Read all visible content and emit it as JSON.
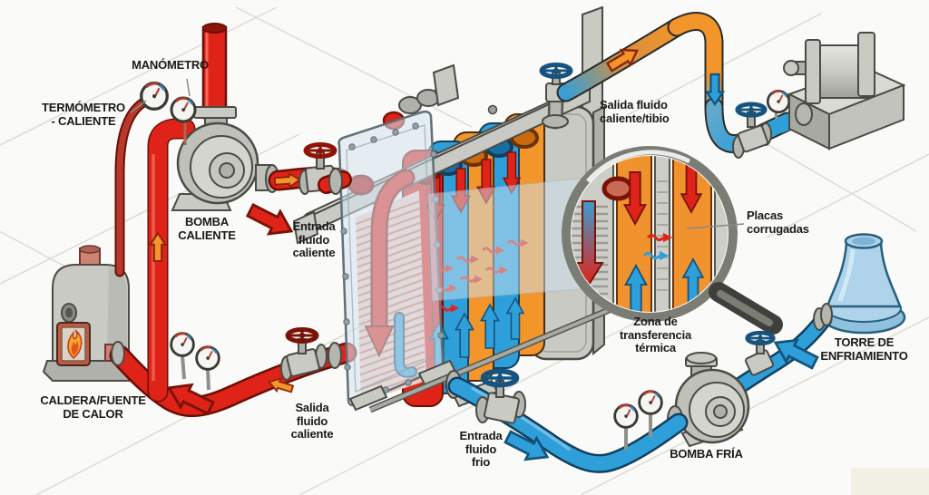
{
  "labels": {
    "manometro": "MANÓMETRO",
    "termometro": [
      "TERMÓMETRO",
      "- CALIENTE"
    ],
    "bomba_caliente": [
      "BOMBA",
      "CALIENTE"
    ],
    "entrada_fluido_caliente": [
      "Entrada",
      "fluido",
      "caliente"
    ],
    "salida_fluido_tibio": [
      "Salida fluido",
      "caliente/tibio"
    ],
    "placas_corrugadas": [
      "Placas",
      "corrugadas"
    ],
    "zona_transferencia": [
      "Zona de",
      "transferencia",
      "térmica"
    ],
    "torre_enfriamiento": [
      "TORRE DE",
      "ENFRIAMIENTO"
    ],
    "caldera": [
      "CALDERA/FUENTE",
      "DE CALOR"
    ],
    "salida_fluido_caliente": [
      "Salida",
      "fluido",
      "caliente"
    ],
    "entrada_fluido_frio": [
      "Entrada",
      "fluido",
      "frio"
    ],
    "bomba_fria": "BOMBA FRÍA"
  },
  "colors": {
    "hot_pipe": "#df2318",
    "hot_dark": "#6b0f07",
    "cold_pipe": "#2f9fd9",
    "cold_dark": "#123f5e",
    "warm_pipe": "#f2952b",
    "steel": "#c9cac4",
    "label_text": "#1a1a1a",
    "background": "#fafaf8",
    "grid_line": "#dcdbd5",
    "flame": "#f5a42c"
  }
}
